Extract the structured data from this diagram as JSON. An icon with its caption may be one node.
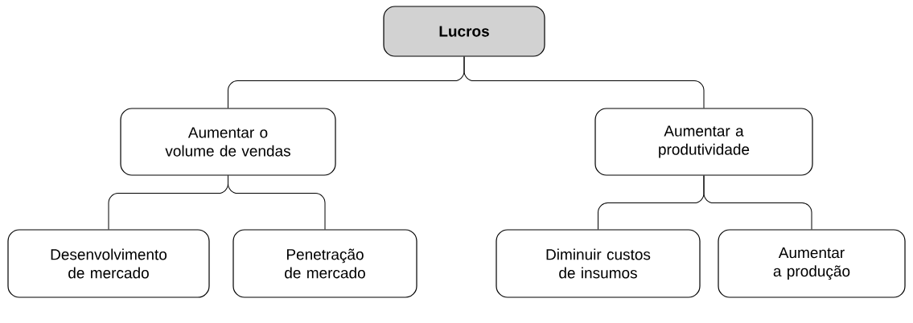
{
  "diagram": {
    "nodes": [
      {
        "text": [
          "Lucros"
        ]
      },
      {
        "text": [
          "Aumentar o volume de vendas"
        ]
      },
      {
        "text": [
          "Aumentar a produtividade"
        ]
      },
      {
        "text": [
          "Desenvolvimento de mercado"
        ]
      },
      {
        "text": [
          "Penetração de mercado"
        ]
      },
      {
        "text": [
          "Diminuir custos de insumos"
        ]
      },
      {
        "text": [
          "Aumentar a produção"
        ]
      }
    ],
    "edges": [
      {
        "from": 0,
        "to": 1,
        "arrow": "none"
      },
      {
        "from": 0,
        "to": 2,
        "arrow": "none"
      },
      {
        "from": 1,
        "to": 3,
        "arrow": "none"
      },
      {
        "from": 1,
        "to": 4,
        "arrow": "none"
      },
      {
        "from": 2,
        "to": 5,
        "arrow": "none"
      },
      {
        "from": 2,
        "to": 6,
        "arrow": "none"
      }
    ]
  }
}
